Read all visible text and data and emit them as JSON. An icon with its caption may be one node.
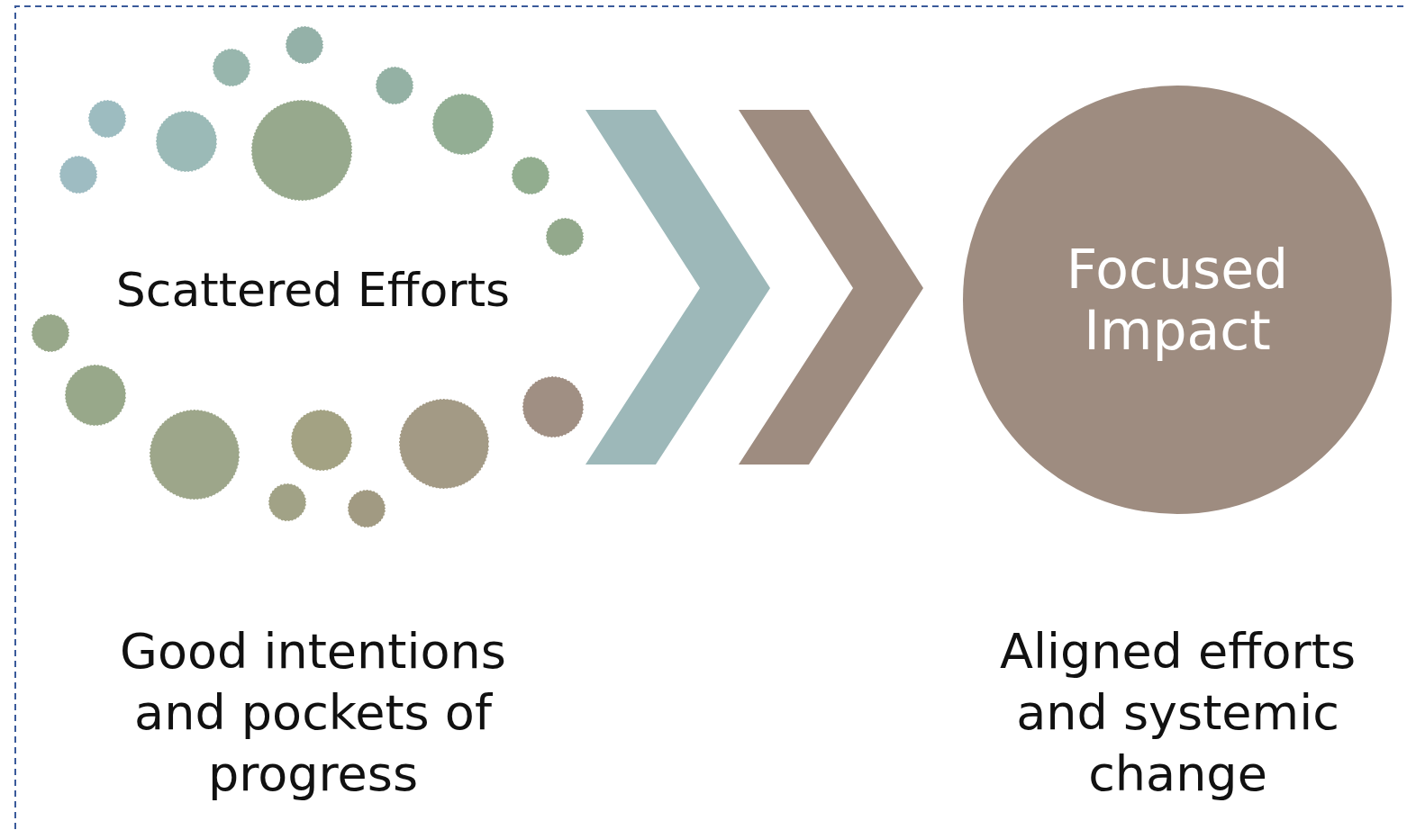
{
  "diagram": {
    "nodes": [
      {
        "text": [
          "Scattered Efforts"
        ]
      },
      {
        "text": [
          "Focused Impact"
        ]
      }
    ],
    "edges": [
      {
        "from": 0,
        "to": 1,
        "arrow": "to"
      }
    ],
    "labels": [
      "Good intentions and pockets of progress",
      "Aligned efforts and systemic change"
    ]
  }
}
